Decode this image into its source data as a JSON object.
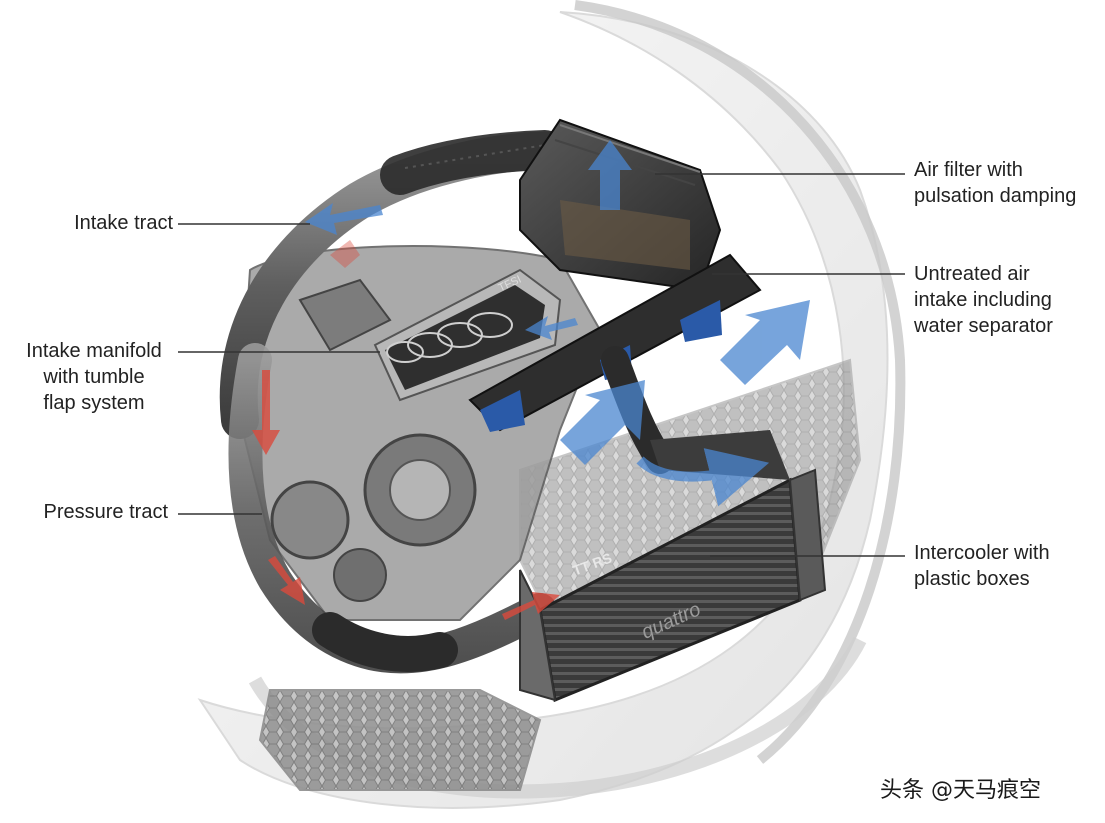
{
  "labels": {
    "intake_tract": "Intake tract",
    "intake_manifold": [
      "Intake manifold",
      "with tumble",
      "flap system"
    ],
    "pressure_tract": "Pressure tract",
    "air_filter": [
      "Air filter with",
      "pulsation damping"
    ],
    "untreated_air": [
      "Untreated air",
      "intake including",
      "water separator"
    ],
    "intercooler": [
      "Intercooler with",
      "plastic boxes"
    ]
  },
  "emblems": {
    "brand_badge": "TT RS",
    "grille_script": "quattro",
    "engine_cover": "TFSI"
  },
  "watermark": "头条 @天马痕空",
  "colors": {
    "callout_line": "#333333",
    "label_text": "#222222",
    "cold_air_arrow": "#4a86d0",
    "hot_air_arrow": "#d94a3c",
    "body_shell": "#d9d9d9",
    "engine_grey": "#8a8a8a"
  }
}
